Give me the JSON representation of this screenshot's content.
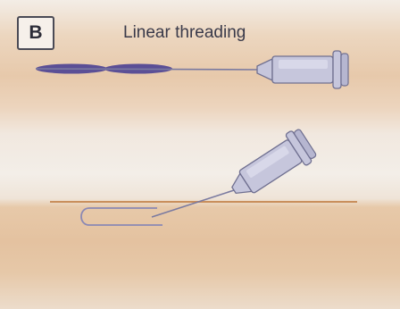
{
  "figure": {
    "panel_label": "B",
    "title": "Linear threading"
  },
  "colors": {
    "thread": "#5b4f96",
    "syringe_fill": "#c6c6dc",
    "syringe_stroke": "#6f6f90",
    "skin_line": "#c98f5c"
  },
  "icons": [
    "syringe-icon",
    "thread-icon",
    "needle-icon",
    "skin-surface"
  ]
}
